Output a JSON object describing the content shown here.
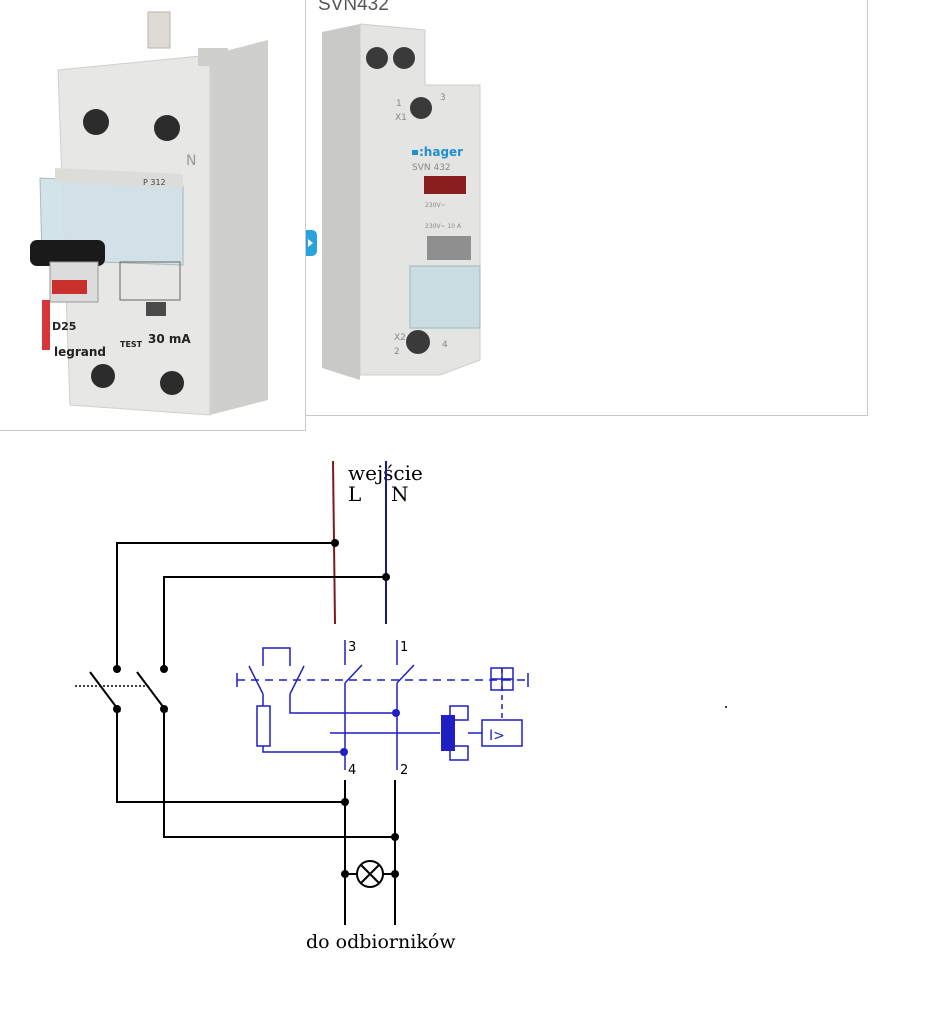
{
  "photos": {
    "left_device": {
      "panel_label": "P 312",
      "rating_label": "D25",
      "current_label": "30 mA",
      "test_label": "TEST",
      "brand": "legrand",
      "side_label": "N"
    },
    "right_device": {
      "model_caption": "SVN432",
      "brand": ":hager",
      "model": "SVN 432",
      "voltage": "230V~",
      "rating": "230V~ 10 A",
      "terminals_top": [
        "1",
        "3"
      ],
      "terminals_bottom": [
        "2",
        "4"
      ],
      "terminal_x1": "X1",
      "terminal_x2": "X2"
    }
  },
  "schematic": {
    "input_label": "wejście",
    "l_label": "L",
    "n_label": "N",
    "output_label": "do odbiorników",
    "terminals": {
      "t3": "3",
      "t1": "1",
      "t4": "4",
      "t2": "2"
    },
    "relay_label": "I>"
  },
  "colors": {
    "wire": "#000000",
    "live_wire": "#7a1c1c",
    "neutral_wire": "#1a1a8c",
    "schematic_symbol": "#1f1fc4",
    "device_body": "#e7e7e5",
    "hager_blue": "#1f8fd0",
    "indicator_red": "#8a1d1d",
    "legrand_red": "#d8353a"
  }
}
